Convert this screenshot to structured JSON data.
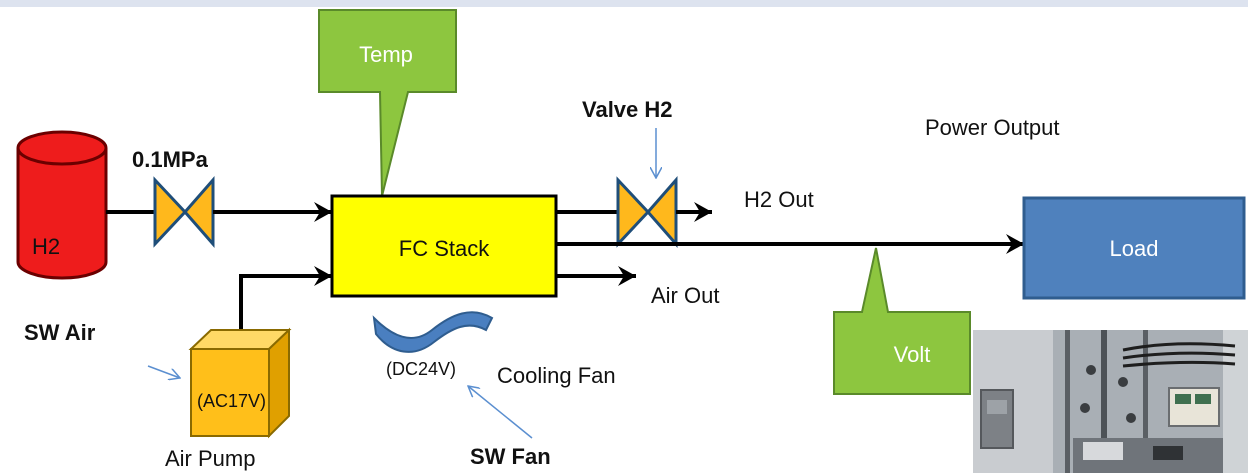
{
  "labels": {
    "pressure": "0.1MPa",
    "h2_tank": "H2",
    "temp_callout": "Temp",
    "valve_h2": "Valve H2",
    "power_output": "Power Output",
    "h2_out": "H2 Out",
    "fc_stack": "FC Stack",
    "load": "Load",
    "air_out": "Air Out",
    "sw_air": "SW Air",
    "air_pump_voltage": "(AC17V)",
    "air_pump": "Air Pump",
    "fan_voltage": "(DC24V)",
    "cooling_fan": "Cooling Fan",
    "sw_fan": "SW Fan",
    "volt_callout": "Volt"
  },
  "colors": {
    "tank_red": "#ee1c1c",
    "valve_orange": "#ffb81c",
    "stack_yellow": "#ffff00",
    "callout_green": "#8dc63f",
    "load_blue": "#4f81bd",
    "pump_orange": "#ffbf1a",
    "fan_blue": "#4a7fc0",
    "pointer_blue": "#5b8fd0"
  },
  "photo": {
    "icon": "lab-equipment-photo"
  }
}
